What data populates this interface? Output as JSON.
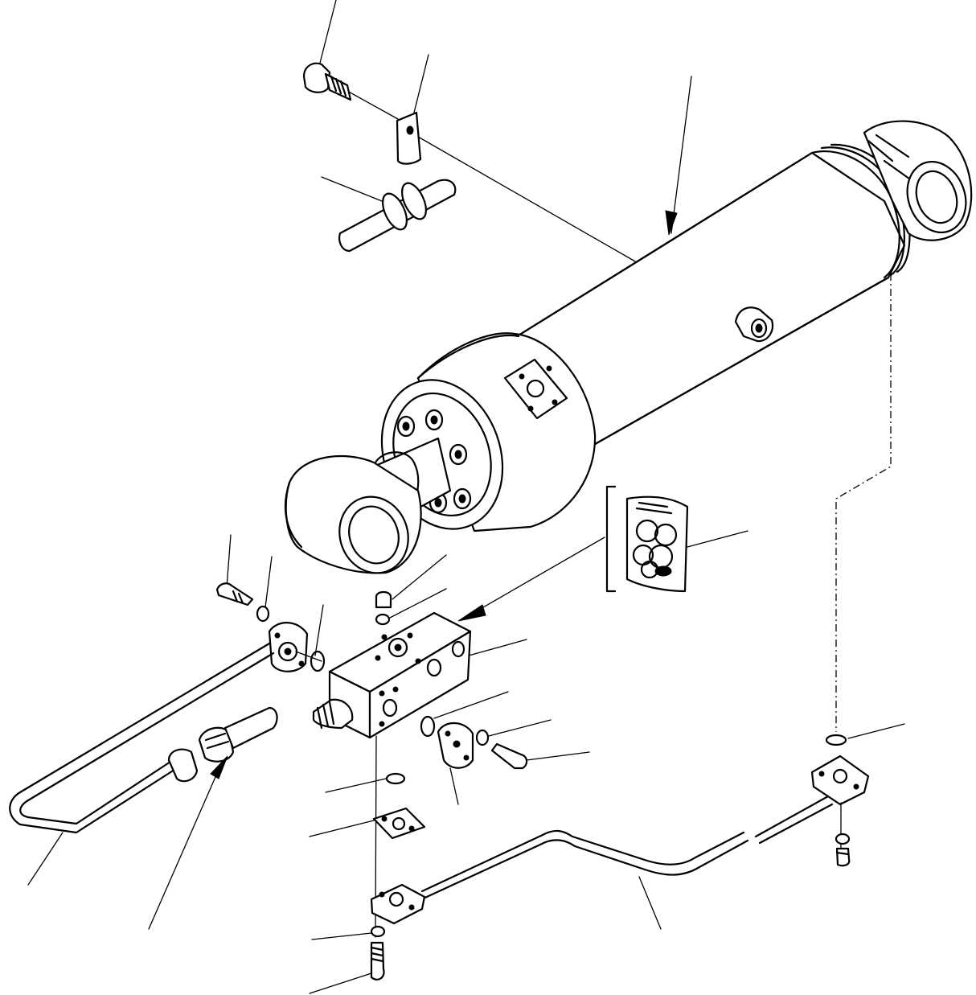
{
  "diagram": {
    "type": "exploded-parts-diagram",
    "palette": {
      "ink": "#000000",
      "paper": "#ffffff"
    },
    "parts": [
      "flange-bolt",
      "tab-washer",
      "collar-on-pipe",
      "hydraulic-cylinder",
      "seal-kit",
      "valve-block",
      "bolt",
      "washer",
      "o-ring",
      "split-flange",
      "hose-fitting",
      "u-tube",
      "tube",
      "nut",
      "plug"
    ]
  }
}
